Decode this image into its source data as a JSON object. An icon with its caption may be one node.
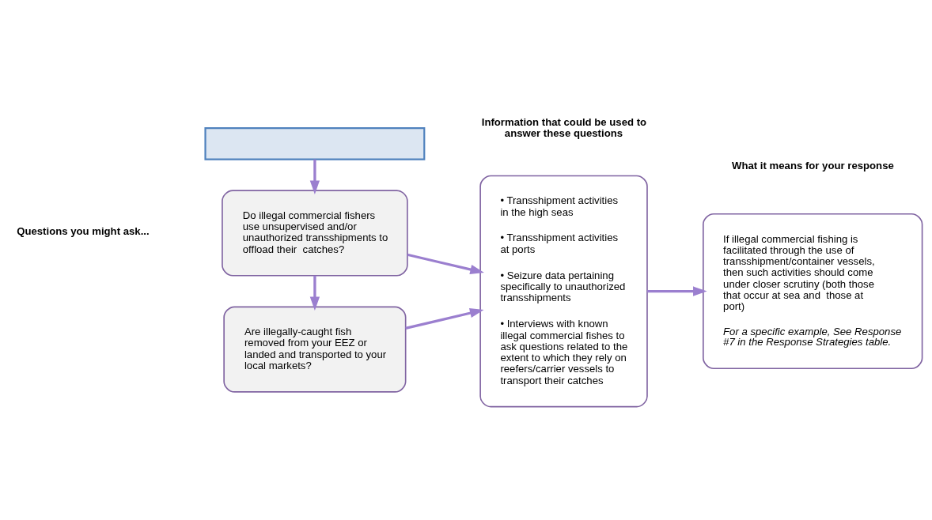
{
  "diagram": {
    "nodes": [
      {
        "text": [],
        "shape": "box"
      },
      {
        "text": [
          "Do illegal commercial fishers use unsupervised and/or unauthorized transshipments to offload their  catches?"
        ]
      },
      {
        "text": [
          "Are illegally-caught fish removed from your EEZ or landed and transported to your local markets?"
        ]
      },
      {
        "text": [
          "• Transshipment activities in the high seas",
          "• Transshipment activities at ports",
          "• Seizure data pertaining specifically to unauthorized transshipments",
          "• Interviews with known illegal commercial fishes to ask questions related to the extent to which they rely on reefers/carrier vessels to transport their catches"
        ]
      },
      {
        "text": [
          "If illegal commercial fishing is facilitated through the use of transshipment/container vessels, then such activities should come under closer scrutiny (both those that occur at sea and  those at port)",
          "For a specific example, See Response #7 in the Response Strategies table."
        ]
      }
    ],
    "edges": [
      {
        "from": 0,
        "to": 1,
        "arrow": "to"
      },
      {
        "from": 1,
        "to": 3,
        "arrow": "to"
      },
      {
        "from": 1,
        "to": 2,
        "arrow": "to"
      },
      {
        "from": 2,
        "to": 3,
        "arrow": "to"
      },
      {
        "from": 3,
        "to": 4,
        "arrow": "to"
      }
    ],
    "labels": [
      "What it means for your response",
      "Information that could be used to answer these questions",
      "Questions you might ask..."
    ]
  }
}
